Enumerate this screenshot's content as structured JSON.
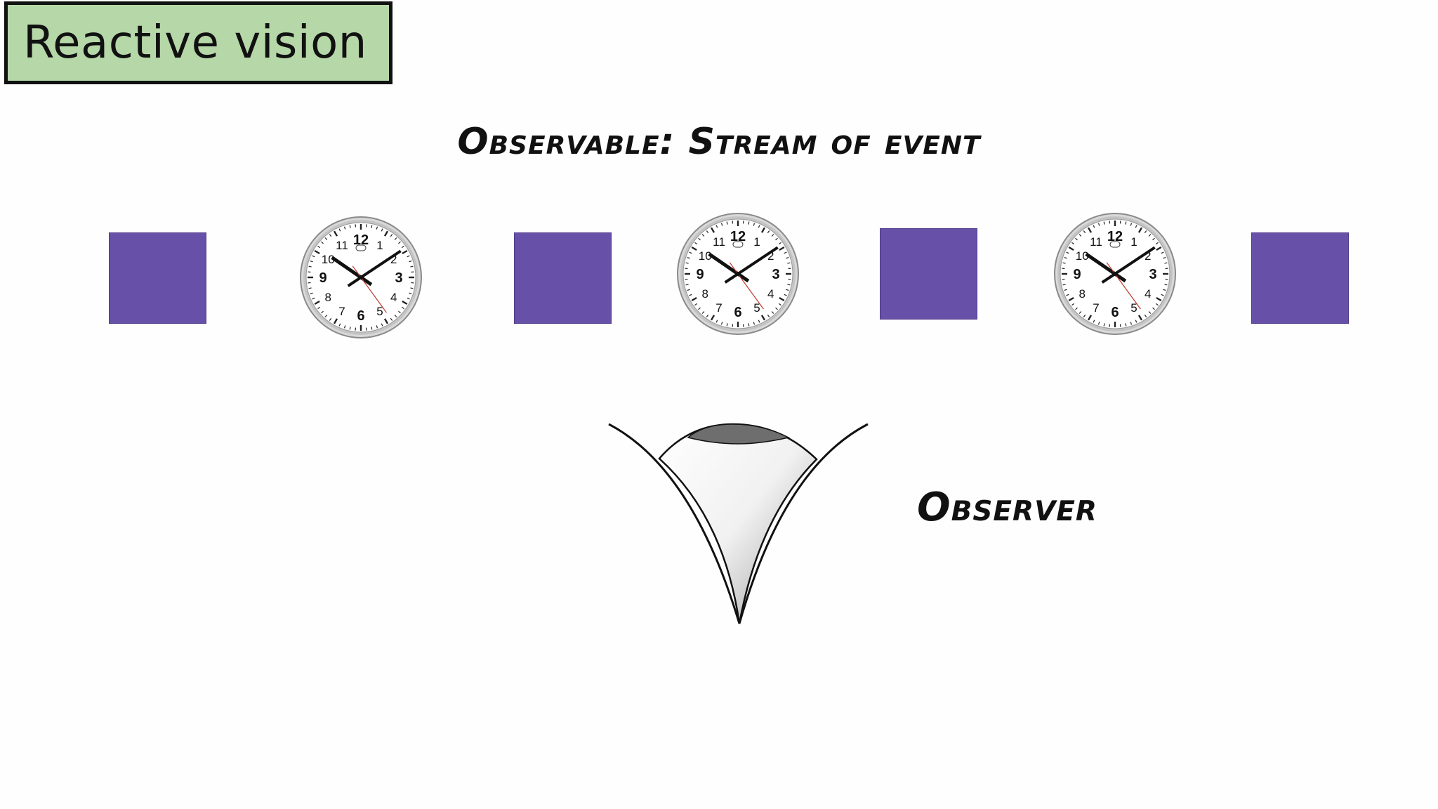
{
  "slide": {
    "title": "Reactive vision",
    "stream_heading": "Observable: Stream of event",
    "observer_label": "Observer"
  },
  "stream": {
    "events": [
      {
        "kind": "square",
        "color": "#6750a7"
      },
      {
        "kind": "clock"
      },
      {
        "kind": "square",
        "color": "#6750a7"
      },
      {
        "kind": "clock"
      },
      {
        "kind": "square",
        "color": "#6750a7"
      },
      {
        "kind": "clock"
      },
      {
        "kind": "square",
        "color": "#6750a7"
      }
    ]
  },
  "clock_face": {
    "numbers": [
      "12",
      "1",
      "2",
      "3",
      "4",
      "5",
      "6",
      "7",
      "8",
      "9",
      "10",
      "11"
    ],
    "bold_numbers": [
      "12",
      "3",
      "6",
      "9"
    ],
    "time_shown": "10:09:24"
  },
  "colors": {
    "title_bg": "#b6d7a8",
    "event_square": "#6750a7",
    "eye_lid": "#6e6e6e"
  }
}
